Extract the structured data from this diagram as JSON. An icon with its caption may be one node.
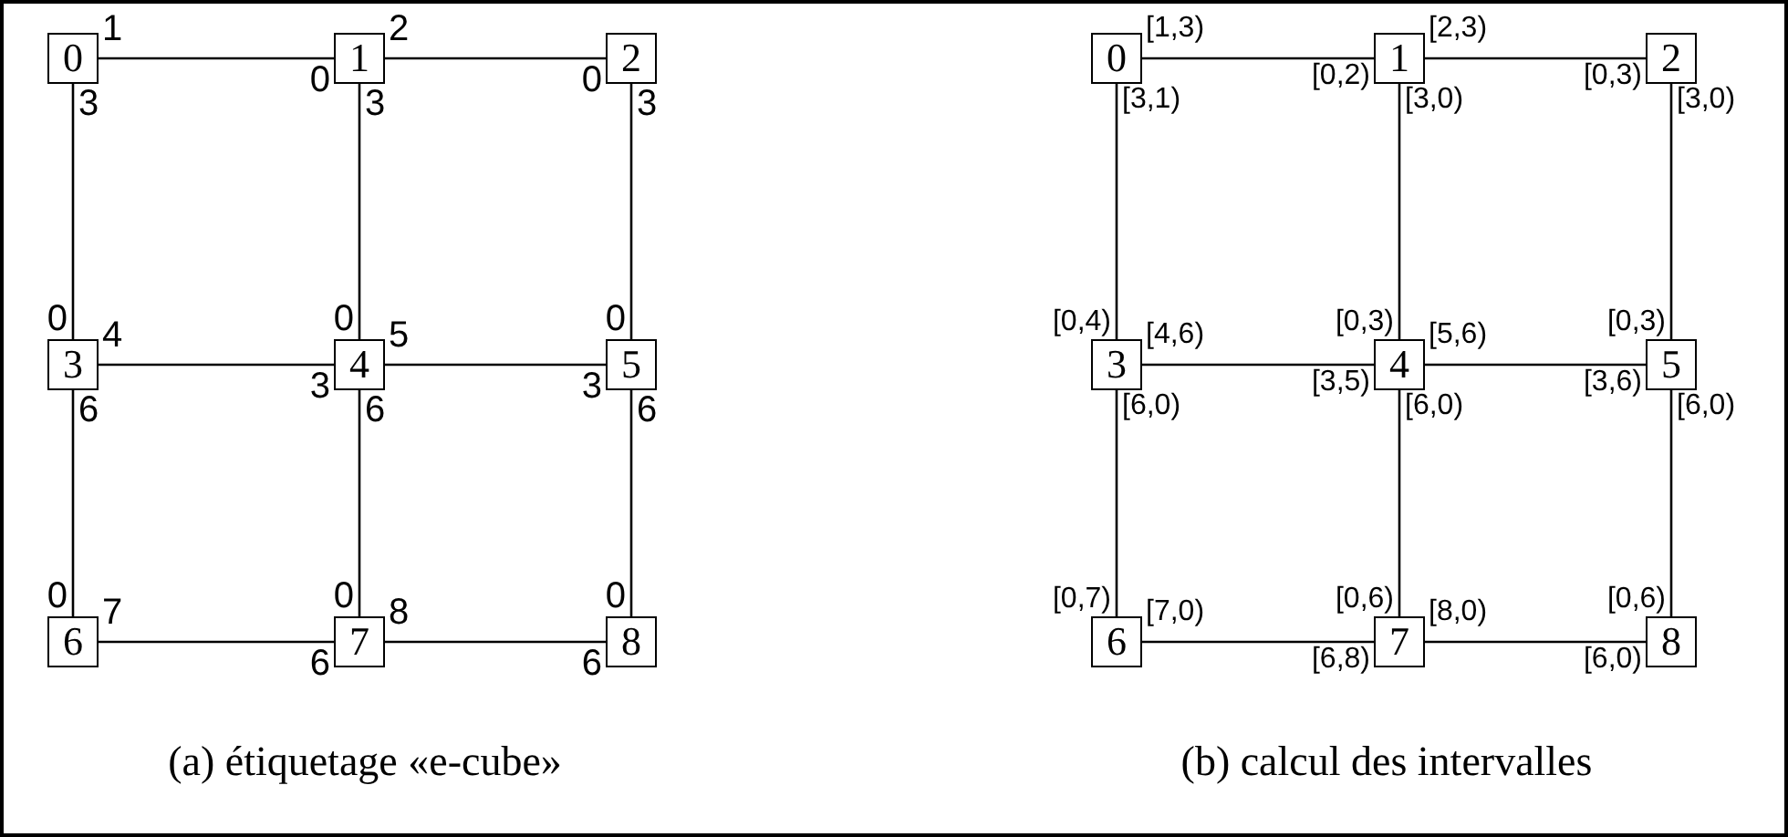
{
  "diagram": {
    "nodes": [
      {
        "text": [
          "0"
        ],
        "beside": [
          "1",
          "3"
        ]
      },
      {
        "text": [
          "1"
        ],
        "beside": [
          "0",
          "2",
          "3"
        ]
      },
      {
        "text": [
          "2"
        ],
        "beside": [
          "0",
          "3"
        ]
      },
      {
        "text": [
          "3"
        ],
        "beside": [
          "0",
          "4",
          "6"
        ]
      },
      {
        "text": [
          "4"
        ],
        "beside": [
          "0",
          "3",
          "5",
          "6"
        ]
      },
      {
        "text": [
          "5"
        ],
        "beside": [
          "0",
          "3",
          "6"
        ]
      },
      {
        "text": [
          "6"
        ],
        "beside": [
          "0",
          "7"
        ]
      },
      {
        "text": [
          "7"
        ],
        "beside": [
          "0",
          "6",
          "8"
        ]
      },
      {
        "text": [
          "8"
        ],
        "beside": [
          "0",
          "6"
        ]
      },
      {
        "text": [
          "0"
        ],
        "beside": [
          "[1,3)",
          "[3,1)"
        ]
      },
      {
        "text": [
          "1"
        ],
        "beside": [
          "[0,2)",
          "[2,3)",
          "[3,0)"
        ]
      },
      {
        "text": [
          "2"
        ],
        "beside": [
          "[0,3)",
          "[3,0)"
        ]
      },
      {
        "text": [
          "3"
        ],
        "beside": [
          "[0,4)",
          "[4,6)",
          "[6,0)"
        ]
      },
      {
        "text": [
          "4"
        ],
        "beside": [
          "[0,3)",
          "[3,5)",
          "[5,6)",
          "[6,0)"
        ]
      },
      {
        "text": [
          "5"
        ],
        "beside": [
          "[0,3)",
          "[3,6)",
          "[6,0)"
        ]
      },
      {
        "text": [
          "6"
        ],
        "beside": [
          "[0,7)",
          "[7,0)"
        ]
      },
      {
        "text": [
          "7"
        ],
        "beside": [
          "[0,6)",
          "[6,8)",
          "[8,0)"
        ]
      },
      {
        "text": [
          "8"
        ],
        "beside": [
          "[0,6)",
          "[6,0)"
        ]
      }
    ],
    "edges": [
      {
        "from": 0,
        "to": 1,
        "arrow": "none"
      },
      {
        "from": 1,
        "to": 2,
        "arrow": "none"
      },
      {
        "from": 0,
        "to": 3,
        "arrow": "none"
      },
      {
        "from": 1,
        "to": 4,
        "arrow": "none"
      },
      {
        "from": 2,
        "to": 5,
        "arrow": "none"
      },
      {
        "from": 3,
        "to": 4,
        "arrow": "none"
      },
      {
        "from": 4,
        "to": 5,
        "arrow": "none"
      },
      {
        "from": 3,
        "to": 6,
        "arrow": "none"
      },
      {
        "from": 4,
        "to": 7,
        "arrow": "none"
      },
      {
        "from": 5,
        "to": 8,
        "arrow": "none"
      },
      {
        "from": 6,
        "to": 7,
        "arrow": "none"
      },
      {
        "from": 7,
        "to": 8,
        "arrow": "none"
      },
      {
        "from": 9,
        "to": 10,
        "arrow": "none"
      },
      {
        "from": 10,
        "to": 11,
        "arrow": "none"
      },
      {
        "from": 9,
        "to": 12,
        "arrow": "none"
      },
      {
        "from": 10,
        "to": 13,
        "arrow": "none"
      },
      {
        "from": 11,
        "to": 14,
        "arrow": "none"
      },
      {
        "from": 12,
        "to": 13,
        "arrow": "none"
      },
      {
        "from": 13,
        "to": 14,
        "arrow": "none"
      },
      {
        "from": 12,
        "to": 15,
        "arrow": "none"
      },
      {
        "from": 13,
        "to": 16,
        "arrow": "none"
      },
      {
        "from": 14,
        "to": 17,
        "arrow": "none"
      },
      {
        "from": 15,
        "to": 16,
        "arrow": "none"
      },
      {
        "from": 16,
        "to": 17,
        "arrow": "none"
      }
    ],
    "labels": [
      "(a) étiquetage «e-cube»",
      "(b) calcul des intervalles"
    ]
  }
}
